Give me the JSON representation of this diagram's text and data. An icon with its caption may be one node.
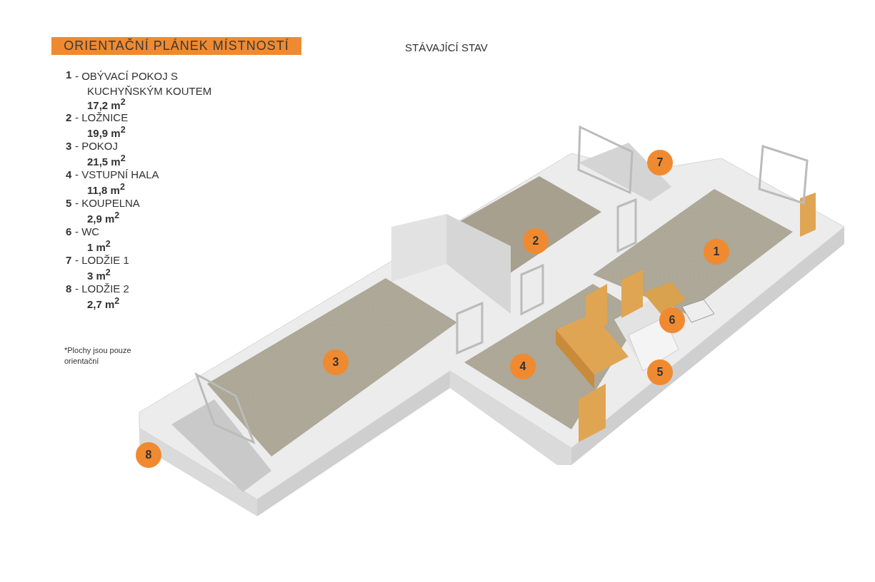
{
  "diagram": {
    "title": "ORIENTAČNÍ PLÁNEK MÍSTNOSTÍ",
    "nodes": [
      {
        "text": [
          "1"
        ]
      },
      {
        "text": [
          "2"
        ]
      },
      {
        "text": [
          "3"
        ]
      },
      {
        "text": [
          "4"
        ]
      },
      {
        "text": [
          "5"
        ]
      },
      {
        "text": [
          "6"
        ]
      },
      {
        "text": [
          "7"
        ]
      },
      {
        "text": [
          "8"
        ]
      }
    ],
    "edges": [],
    "labels": [
      "STÁVAJÍCÍ STAV",
      "1",
      "- OBÝVACÍ POKOJ S KUCHYŇSKÝM KOUTEM",
      "17,2 m$^{2}$",
      "2",
      "- LOŽNICE",
      "19,9 m$^{2}$",
      "3",
      "- POKOJ",
      "21,5 m$^{2}$",
      "4",
      "- VSTUPNÍ HALA",
      "11,8 m$^{2}$",
      "5",
      "- KOUPELNA",
      "2,9 m$^{2}$",
      "6",
      "- WC",
      "1 m$^{2}$",
      "7",
      "- LODŽIE 1",
      "3 m$^{2}$",
      "8",
      "- LODŽIE 2",
      "2,7 m$^{2}$",
      "*Plochy jsou pouze orientační"
    ]
  }
}
